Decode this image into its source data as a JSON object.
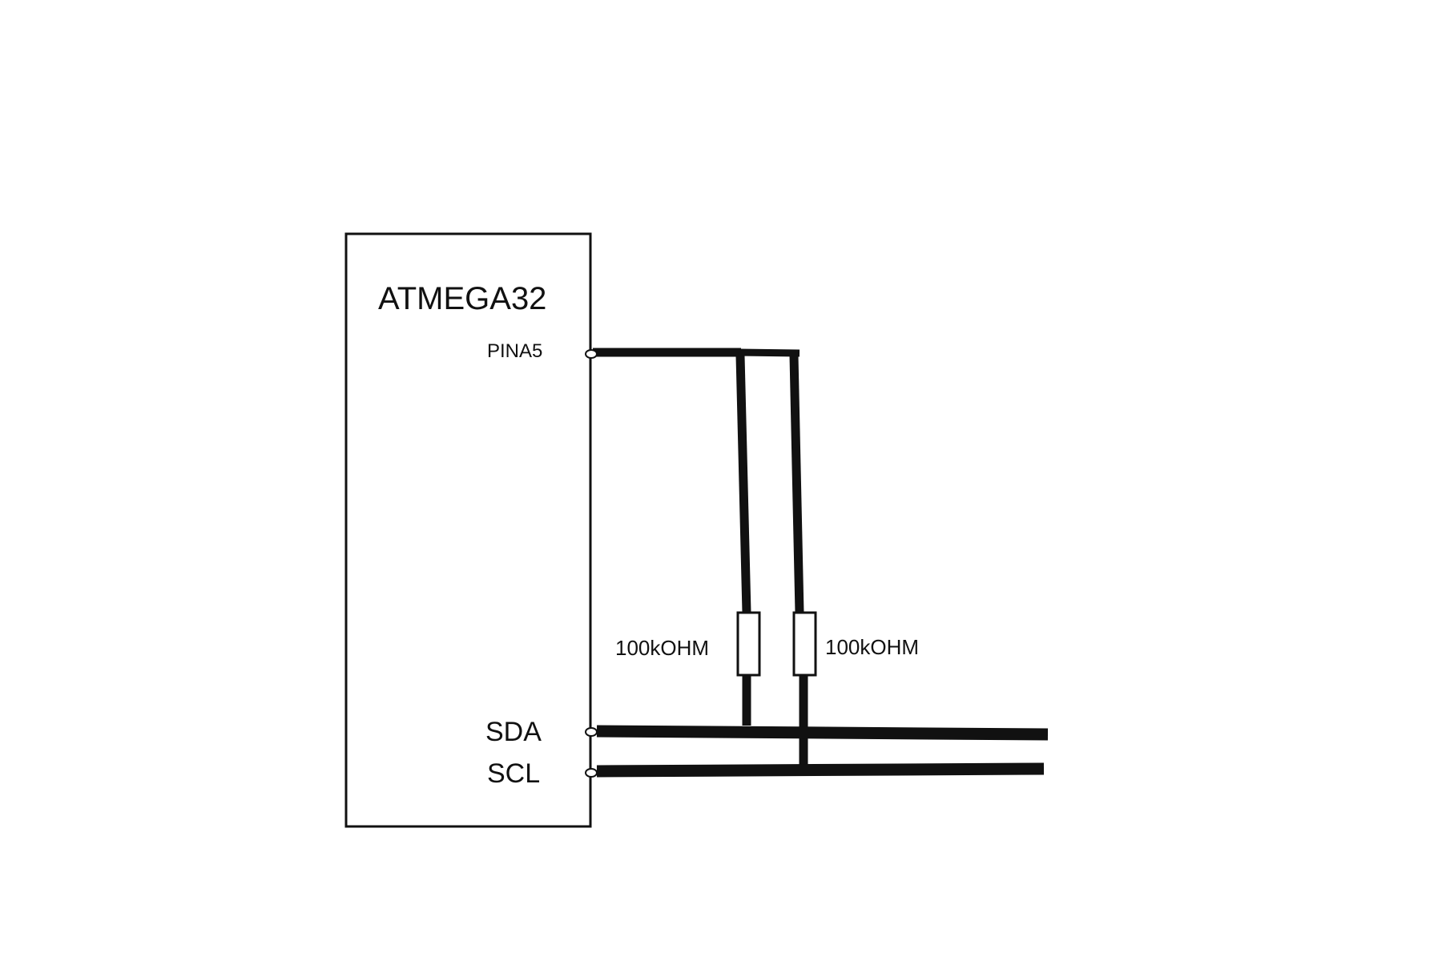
{
  "chip": {
    "name": "ATMEGA32",
    "pins": {
      "pina5": "PINA5",
      "sda": "SDA",
      "scl": "SCL"
    }
  },
  "resistors": [
    {
      "value": "100kOHM"
    },
    {
      "value": "100kOHM"
    }
  ],
  "colors": {
    "line": "#111111",
    "background": "#ffffff"
  }
}
